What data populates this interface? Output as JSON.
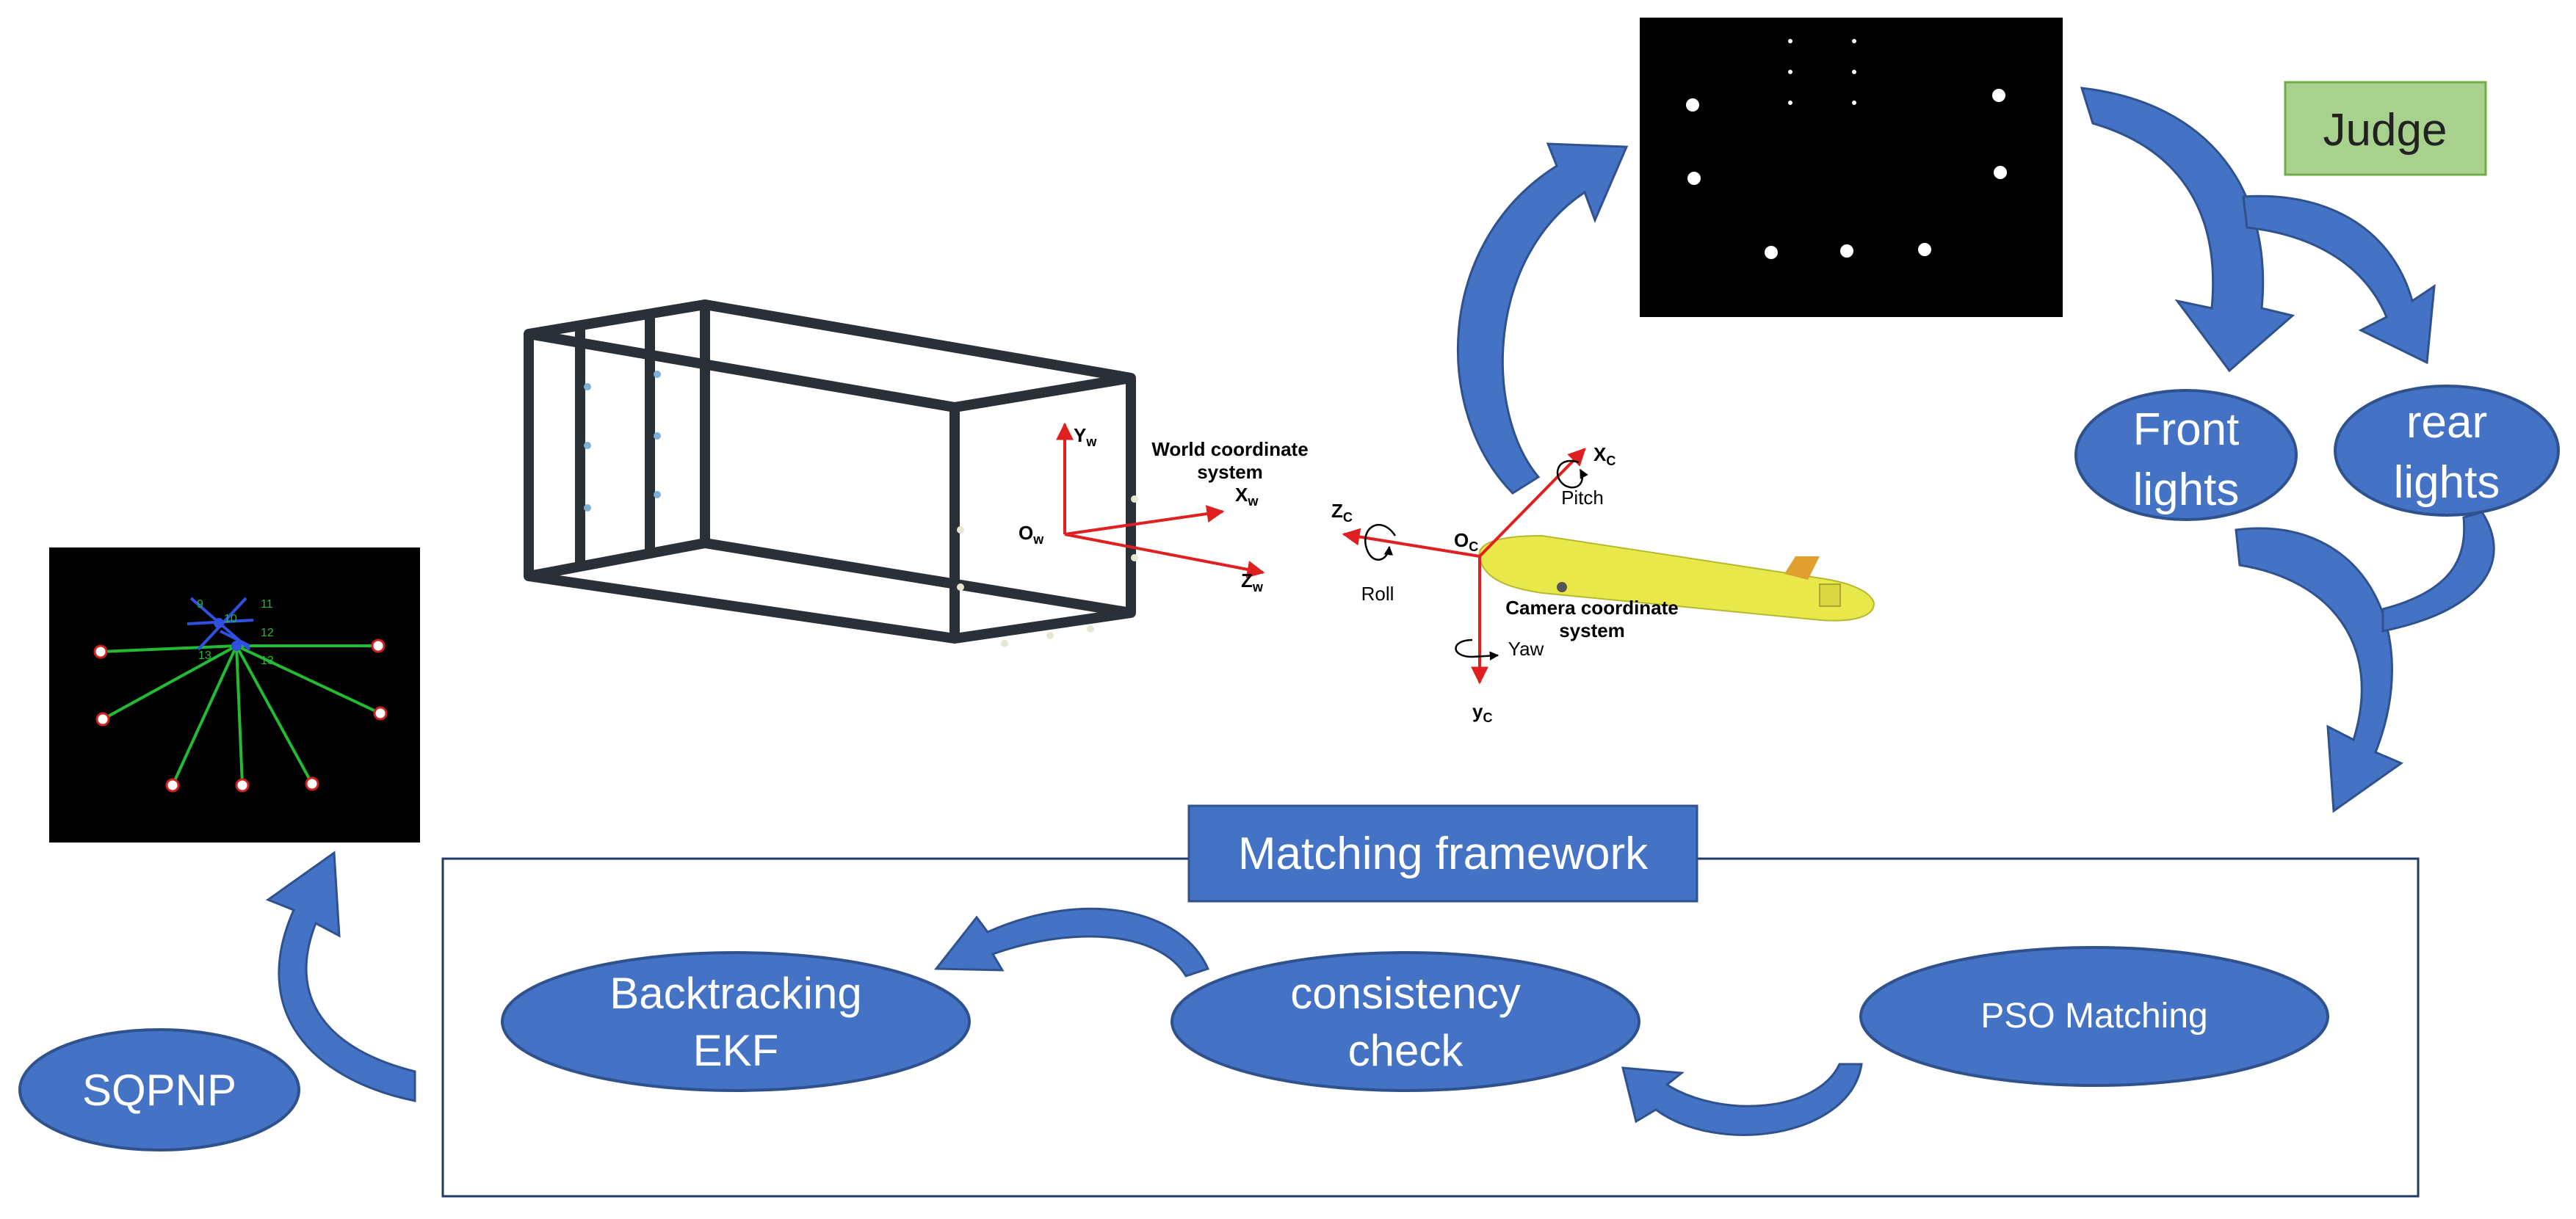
{
  "judge_label": "Judge",
  "front_lights": [
    "Front",
    "lights"
  ],
  "rear_lights": [
    "rear",
    "lights"
  ],
  "matching_framework": "Matching framework",
  "backtracking_ekf": [
    "Backtracking",
    "EKF"
  ],
  "consistency_check": [
    "consistency",
    "check"
  ],
  "pso_matching": "PSO Matching",
  "sqpnp": "SQPNP",
  "world_coordinate_system": [
    "World coordinate",
    "system"
  ],
  "camera_coordinate_system": [
    "Camera coordinate",
    "system"
  ],
  "axes_world": {
    "origin": "O",
    "origin_sub": "w",
    "y": "Y",
    "y_sub": "w",
    "x": "X",
    "x_sub": "w",
    "z": "Z",
    "z_sub": "w"
  },
  "axes_camera": {
    "origin": "O",
    "origin_sub": "C",
    "x": "X",
    "x_sub": "C",
    "z": "Z",
    "z_sub": "C",
    "y": "y",
    "y_sub": "C"
  },
  "rotations": {
    "roll": "Roll",
    "pitch": "Pitch",
    "yaw": "Yaw"
  },
  "pose_labels": [
    "11",
    "12",
    "13",
    "9",
    "10",
    "13"
  ],
  "colors": {
    "ellipse_fill": "#4472c4",
    "ellipse_stroke": "#2f528f",
    "judge_fill": "#a9d18e",
    "judge_stroke": "#70ad47",
    "frame_stroke": "#1f3864",
    "axis_red": "#e02020",
    "auv_yellow": "#e8e84a",
    "auv_orange": "#e0a030",
    "pose_line_green": "#22bb33",
    "pose_line_blue": "#3050e0"
  },
  "icons": [
    "curved-arrow",
    "led-image",
    "frame-structure",
    "auv-vehicle",
    "pose-estimation-image"
  ]
}
